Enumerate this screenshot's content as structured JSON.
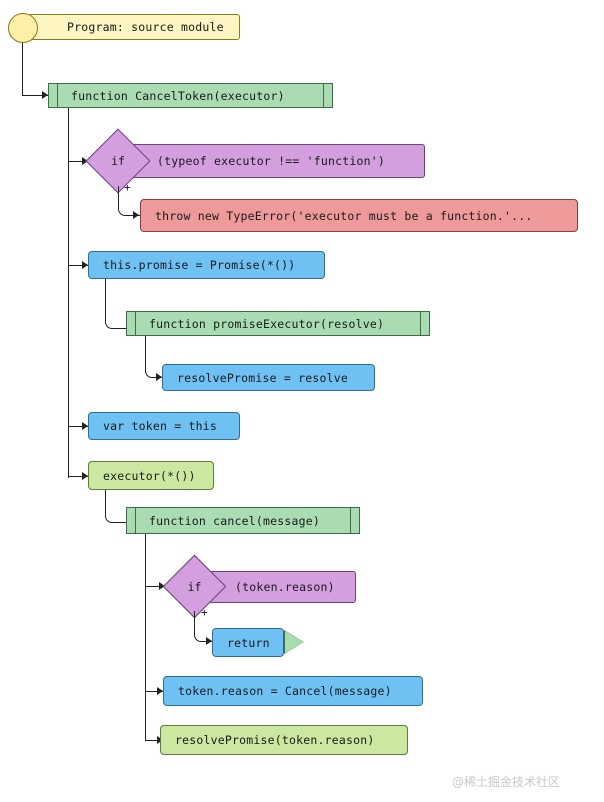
{
  "diagram": {
    "title": "JavaScript CancelToken source flowchart",
    "colors": {
      "start_fill": "#fdf5c2",
      "statement_blue": "#6fc0f3",
      "statement_green": "#cbe8a0",
      "function_green": "#a9dcb2",
      "condition_purple": "#d49fdf",
      "throw_red": "#ef9a9a",
      "line": "#222222"
    },
    "nodes": {
      "start": {
        "label": "Program: source module",
        "type": "start"
      },
      "cancel_token_fn": {
        "label": "function CancelToken(executor)",
        "type": "function"
      },
      "if_typeof": {
        "keyword": "if",
        "condition": "(typeof executor !== 'function')",
        "type": "condition",
        "branch_marker": "+"
      },
      "throw_typeerror": {
        "label": "throw new TypeError('executor must be a function.'...",
        "type": "throw"
      },
      "this_promise": {
        "label": "this.promise = Promise(*())",
        "type": "statement"
      },
      "promise_executor_fn": {
        "label": "function promiseExecutor(resolve)",
        "type": "function"
      },
      "resolve_promise_assign": {
        "label": "resolvePromise = resolve",
        "type": "statement"
      },
      "var_token": {
        "label": "var token = this",
        "type": "statement"
      },
      "executor_call": {
        "label": "executor(*())",
        "type": "statement"
      },
      "cancel_fn": {
        "label": "function cancel(message)",
        "type": "function"
      },
      "if_token_reason": {
        "keyword": "if",
        "condition": "(token.reason)",
        "type": "condition",
        "branch_marker": "+"
      },
      "return_stmt": {
        "label": "return",
        "type": "exit"
      },
      "token_reason_assign": {
        "label": "token.reason = Cancel(message)",
        "type": "statement"
      },
      "resolve_promise_call": {
        "label": "resolvePromise(token.reason)",
        "type": "statement"
      }
    },
    "watermark": "@稀土掘金技术社区"
  }
}
